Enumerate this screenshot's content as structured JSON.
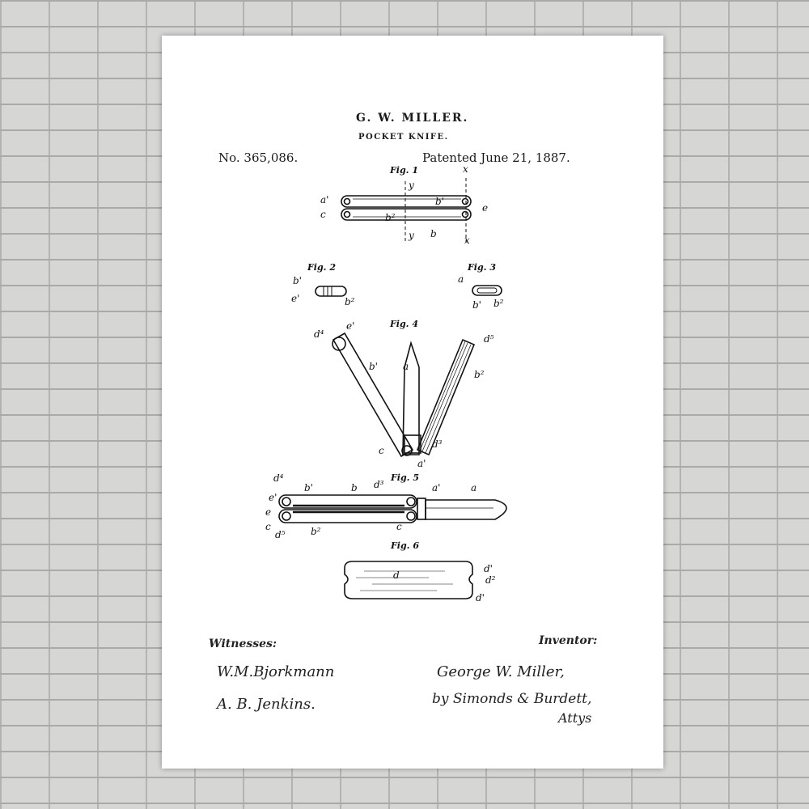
{
  "header": {
    "inventor_name": "G. W. MILLER.",
    "title": "POCKET KNIFE.",
    "patent_number": "No. 365,086.",
    "patent_date": "Patented June 21, 1887."
  },
  "figures": {
    "fig1": {
      "label": "Fig. 1",
      "refs": [
        "x",
        "y",
        "a'",
        "c",
        "b'",
        "b²",
        "e",
        "y",
        "b",
        "x"
      ]
    },
    "fig2": {
      "label": "Fig. 2",
      "refs": [
        "b'",
        "e'",
        "b²"
      ]
    },
    "fig3": {
      "label": "Fig. 3",
      "refs": [
        "a",
        "b'",
        "b²"
      ]
    },
    "fig4": {
      "label": "Fig. 4",
      "refs": [
        "e'",
        "d⁴",
        "b'",
        "a",
        "d⁵",
        "b²",
        "c",
        "d³",
        "a'"
      ]
    },
    "fig5": {
      "label": "Fig. 5",
      "refs": [
        "d⁴",
        "b'",
        "b",
        "d³",
        "a'",
        "a",
        "e'",
        "e",
        "c",
        "d⁵",
        "b²",
        "c"
      ]
    },
    "fig6": {
      "label": "Fig. 6",
      "refs": [
        "d",
        "d'",
        "d²",
        "d'"
      ]
    }
  },
  "footer": {
    "witnesses_label": "Witnesses:",
    "witness_1": "W.M.Bjorkmann",
    "witness_2": "A. B. Jenkins.",
    "inventor_label": "Inventor:",
    "inventor_signature": "George W. Miller,",
    "attorneys": "by Simonds & Burdett,",
    "attys": "Attys"
  },
  "colors": {
    "wall": "#d6d6d4",
    "poster": "#ffffff",
    "ink": "#111111"
  }
}
